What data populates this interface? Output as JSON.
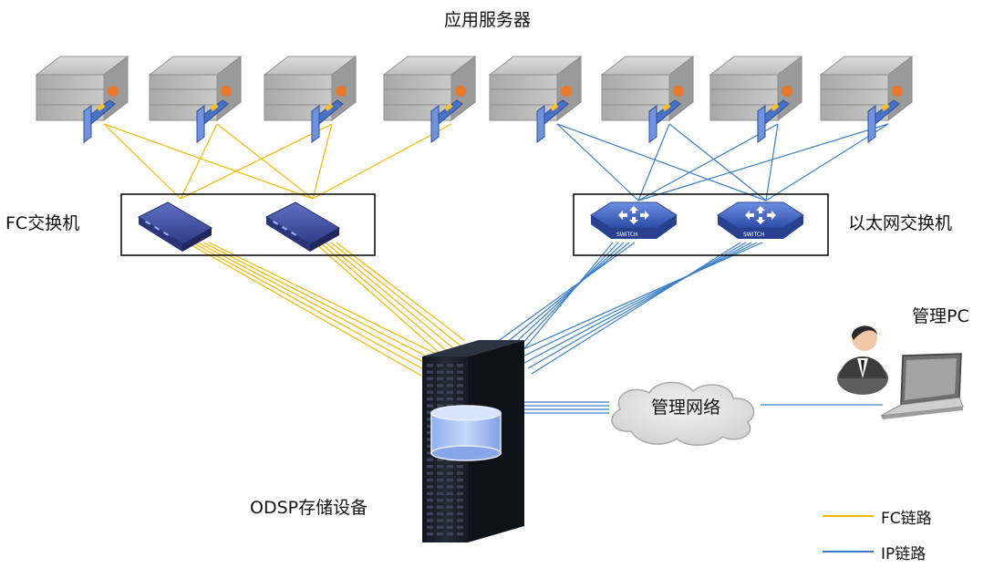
{
  "title": "应用服务器",
  "fc_switch_label": "FC交换机",
  "eth_switch_label": "以太网交换机",
  "mgmt_pc_label": "管理PC",
  "mgmt_network_label": "管理网络",
  "storage_label": "ODSP存储设备",
  "switch_badge_text": "SWITCH",
  "legend": [
    {
      "label": "FC链路",
      "color": "#f5b800"
    },
    {
      "label": "IP链路",
      "color": "#3b7fc8"
    }
  ],
  "colors": {
    "fc_link": "#f5b800",
    "ip_link": "#3b7fc8",
    "server_body": "#b8b8b8",
    "hba_card": "#4a72c4",
    "fc_switch": "#3d4d9a",
    "eth_switch": "#3a5cb8",
    "storage_body": "#1e2430",
    "cloud": "#d8d8d8"
  },
  "icons": {
    "server": "rack-server-icon",
    "fc_switch": "fc-switch-icon",
    "eth_switch": "ethernet-switch-icon",
    "storage": "storage-tower-icon",
    "cloud": "network-cloud-icon",
    "user": "user-icon",
    "laptop": "laptop-icon"
  }
}
